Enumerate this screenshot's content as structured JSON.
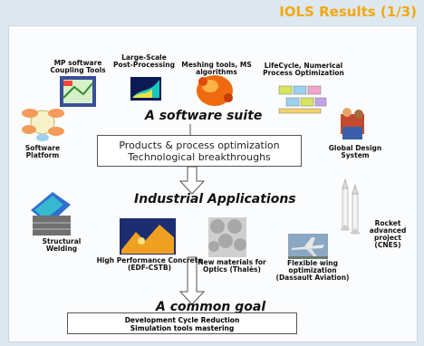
{
  "title": "IOLS Results (1/3)",
  "software": {
    "heading": "A software suite",
    "items": [
      {
        "label": "MP software\nCoupling Tools"
      },
      {
        "label": "Large-Scale\nPost-Processing"
      },
      {
        "label": "Meshing tools, MS\nalgorithms"
      },
      {
        "label": "LifeCycle, Numerical\nProcess Optimization"
      },
      {
        "label": "Software\nPlatform"
      },
      {
        "label": "Global Design\nSystem"
      }
    ]
  },
  "optimization_box": {
    "line1": "Products & process optimization",
    "line2": "Technological breakthroughs"
  },
  "industrial": {
    "heading": "Industrial Applications",
    "items": [
      {
        "label": "Structural\nWelding"
      },
      {
        "label": "High Performance Concrete\n(EDF-CSTB)"
      },
      {
        "label": "New materials for\nOptics  (Thalès)"
      },
      {
        "label": "Flexible wing\noptimization\n(Dassault Aviation)"
      },
      {
        "label": "Rocket\nadvanced\nproject\n(CNES)"
      }
    ]
  },
  "goal": {
    "heading": "A common goal",
    "line1": "Development Cycle Reduction",
    "line2": "Simulation tools mastering"
  },
  "colors": {
    "title": "#f4a80c",
    "background": "#dde8f1",
    "panel": "#fbfcfe"
  }
}
